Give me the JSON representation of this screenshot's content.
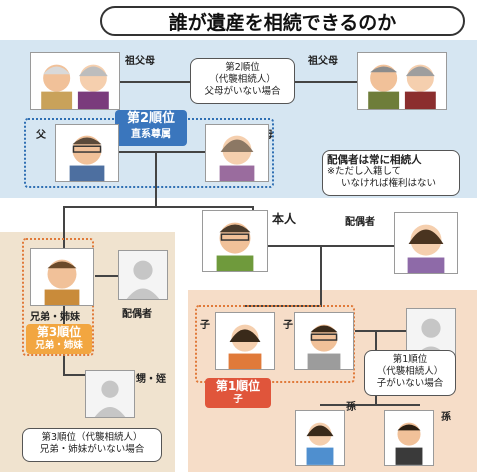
{
  "title": "誰が遺産を相続できるのか",
  "grandparents": {
    "left_label": "祖父母",
    "right_label": "祖父母",
    "bubble": [
      "第2順位",
      "（代襲相続人）",
      "父母がいない場合"
    ]
  },
  "parents": {
    "father_label": "父",
    "mother_label": "母",
    "badge_rank": "第2順位",
    "badge_sub": "直系尊属"
  },
  "spouse_note": {
    "lines": [
      "配偶者は常に相続人",
      "※ただし入籍して",
      "いなければ権利はない"
    ]
  },
  "self_label": "本人",
  "spouse_label": "配偶者",
  "siblings": {
    "sibling_label": "兄弟・姉妹",
    "spouse_label": "配偶者",
    "badge_rank": "第3順位",
    "badge_sub": "兄弟・姉妹",
    "niece_label": "甥・姪",
    "note": [
      "第3順位（代襲相続人）",
      "兄弟・姉妹がいない場合"
    ]
  },
  "children": {
    "child_left_label": "子",
    "child_right_label": "子",
    "badge_rank": "第1順位",
    "badge_sub": "子",
    "bubble": [
      "第1順位",
      "（代襲相続人）",
      "子がいない場合"
    ],
    "grandchild_left_label": "孫",
    "grandchild_right_label": "孫"
  },
  "colors": {
    "blue_panel": "#d6e6f2",
    "peach_panel": "#f6ddc8",
    "tan_panel": "#f0e3cf",
    "blue_badge": "#3a76bd",
    "gold_badge": "#f2a640",
    "red_badge": "#e0553b"
  },
  "icons": [
    "elderly-man-icon",
    "elderly-woman-icon",
    "man-icon",
    "woman-icon",
    "silhouette-icon",
    "child-icon"
  ]
}
